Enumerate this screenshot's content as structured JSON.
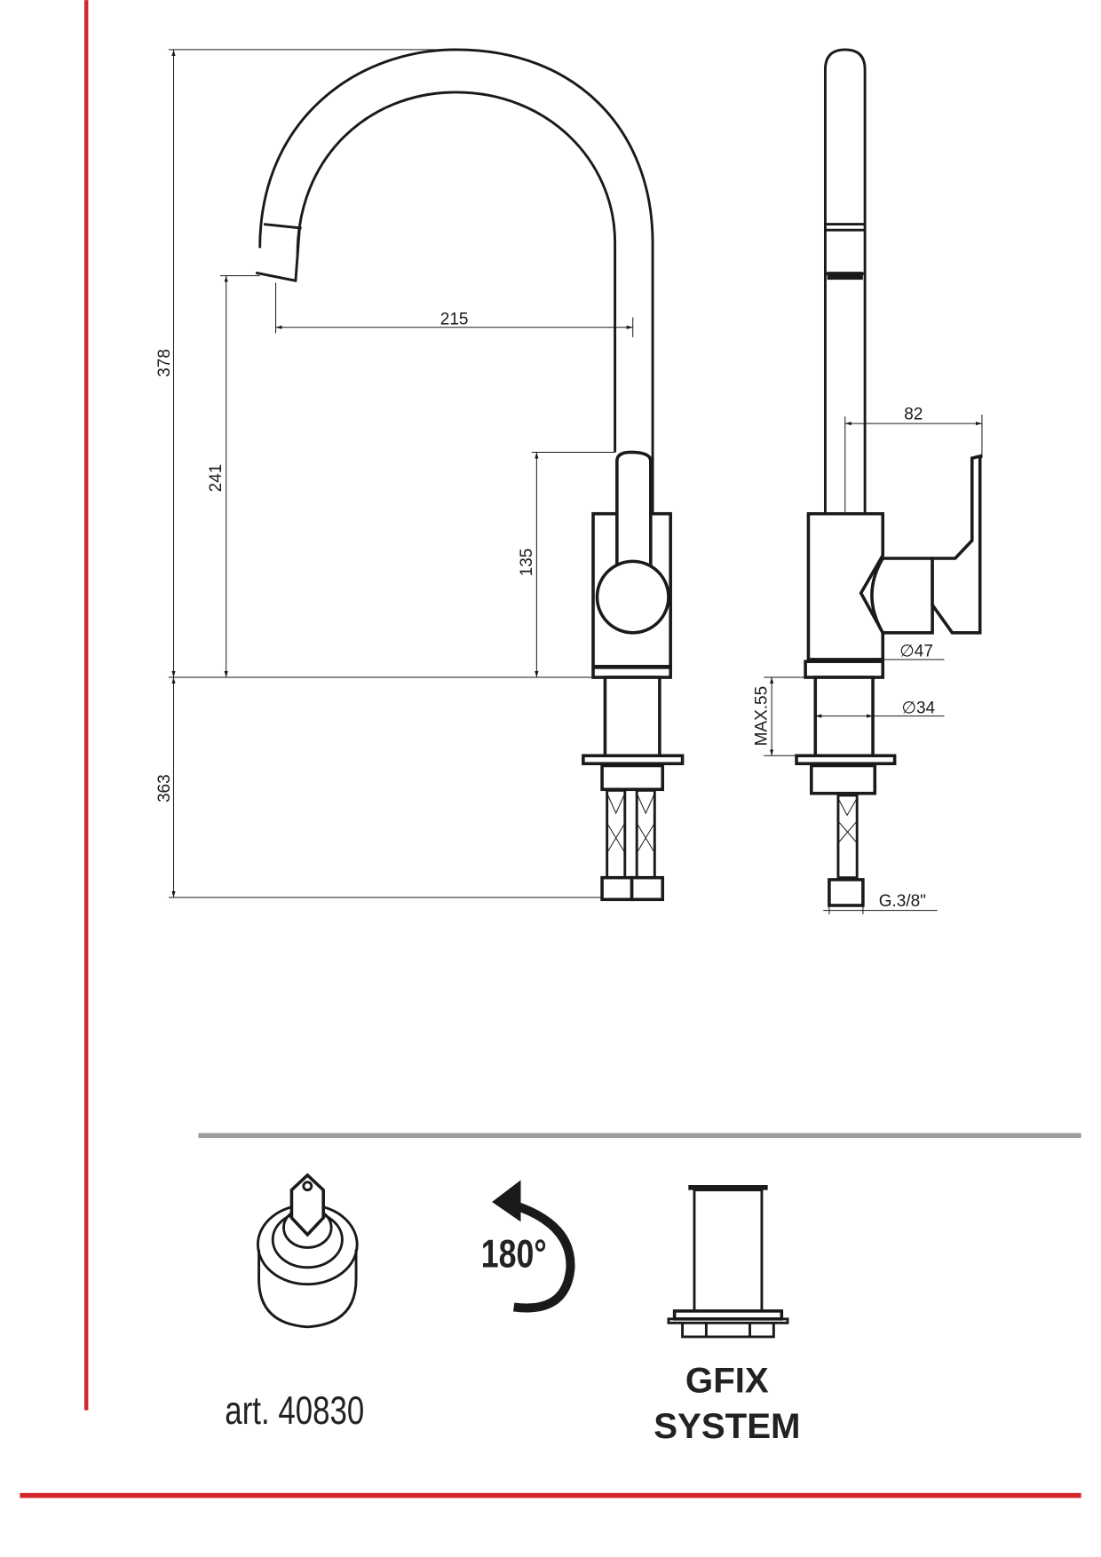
{
  "colors": {
    "accent_red": "#d7262b",
    "divider_gray": "#9d9d9f",
    "ink": "#1a1a1a"
  },
  "front_view": {
    "dimensions": {
      "total_height": "378",
      "spout_height": "241",
      "spout_reach": "215",
      "handle_height": "135",
      "below_deck": "363"
    }
  },
  "side_view": {
    "dimensions": {
      "handle_reach": "82",
      "body_diameter": "∅47",
      "shank_diameter": "∅34",
      "max_deck_thickness": "MAX.55",
      "connection": "G.3/8\""
    }
  },
  "features": [
    {
      "icon": "cartridge-icon",
      "label": "art. 40830"
    },
    {
      "icon": "rotation-180-icon",
      "label": "180°"
    },
    {
      "icon": "gfix-system-icon",
      "label_line1": "GFIX",
      "label_line2": "SYSTEM"
    }
  ]
}
